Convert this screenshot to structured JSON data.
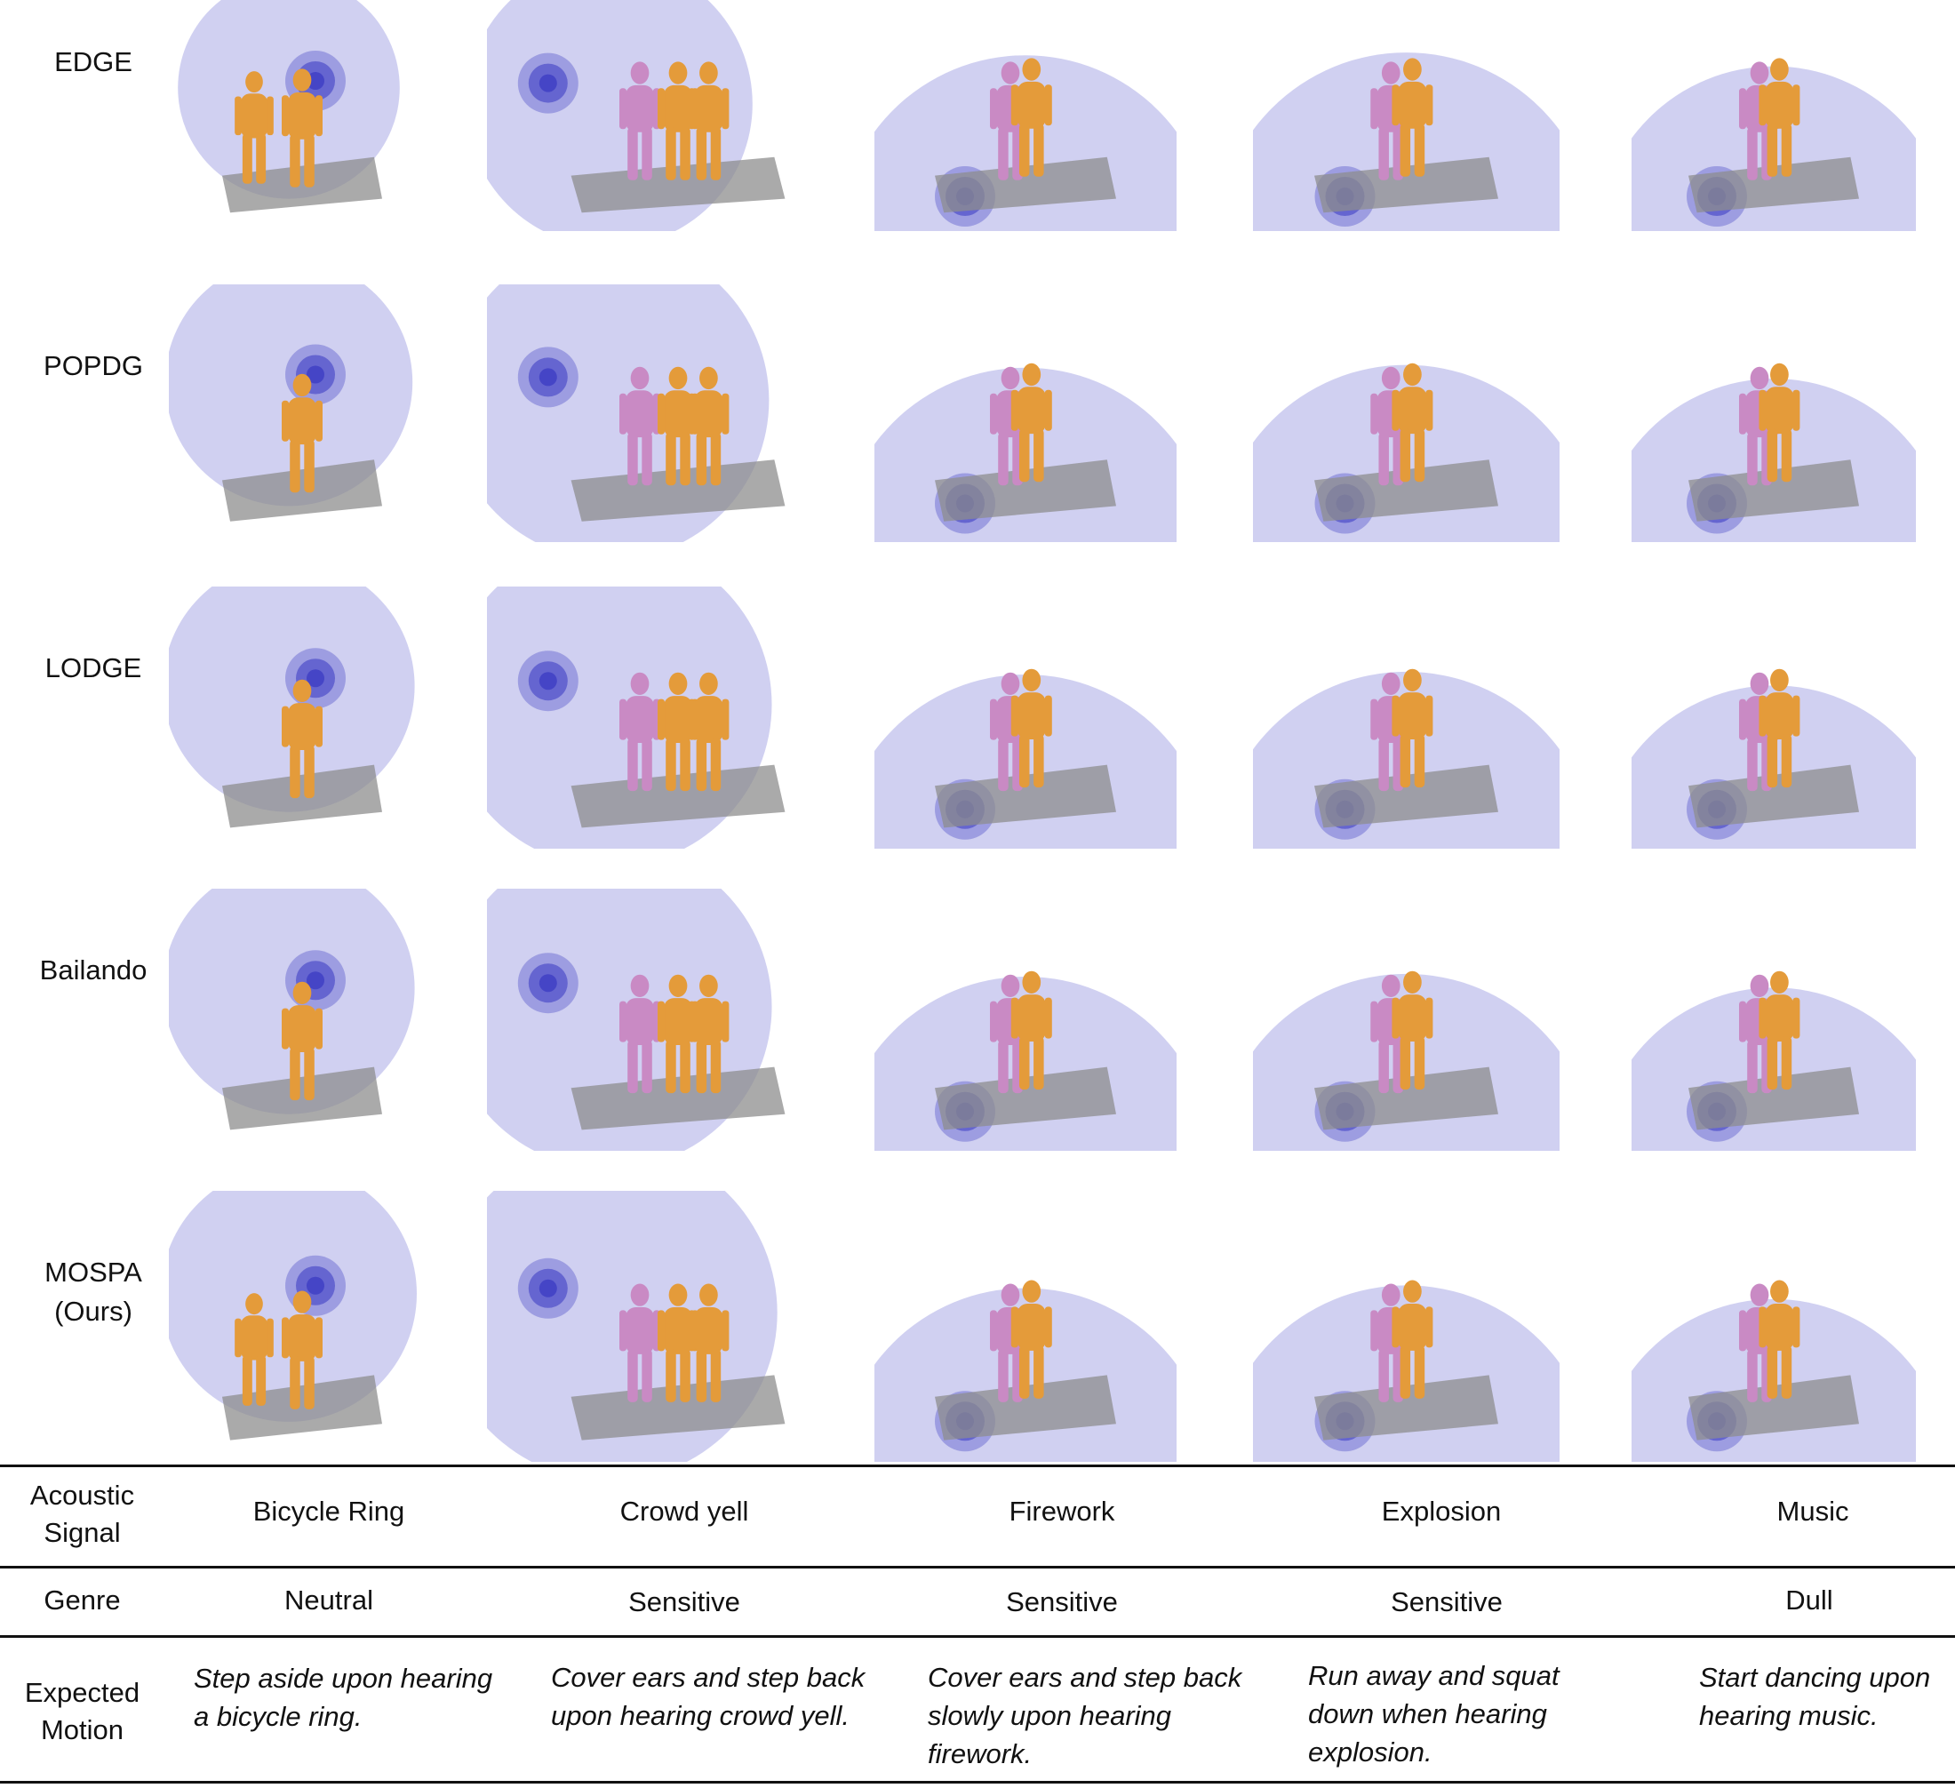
{
  "methods": [
    {
      "label": "EDGE"
    },
    {
      "label": "POPDG"
    },
    {
      "label": "LODGE"
    },
    {
      "label": "Bailando"
    },
    {
      "label": "MOSPA\n(Ours)"
    }
  ],
  "table": {
    "row_headers": {
      "acoustic_signal": "Acoustic\nSignal",
      "genre": "Genre",
      "expected_motion": "Expected\nMotion"
    },
    "columns": [
      {
        "signal": "Bicycle Ring",
        "genre": "Neutral",
        "motion": "Step aside upon hearing\na bicycle ring."
      },
      {
        "signal": "Crowd yell",
        "genre": "Sensitive",
        "motion": "Cover ears and step back\nupon hearing crowd yell."
      },
      {
        "signal": "Firework",
        "genre": "Sensitive",
        "motion": "Cover ears and step back\nslowly upon hearing\nfirework."
      },
      {
        "signal": "Explosion",
        "genre": "Sensitive",
        "motion": "Run away and squat\ndown when hearing\nexplosion."
      },
      {
        "signal": "Music",
        "genre": "Dull",
        "motion": "Start dancing upon\nhearing music."
      }
    ]
  },
  "colors": {
    "sphere": "#c8c8ee",
    "source": "#3f3fc4",
    "floor": "#8d8d8d",
    "body": "#e49b3a",
    "ghost": "#c98ac4"
  }
}
